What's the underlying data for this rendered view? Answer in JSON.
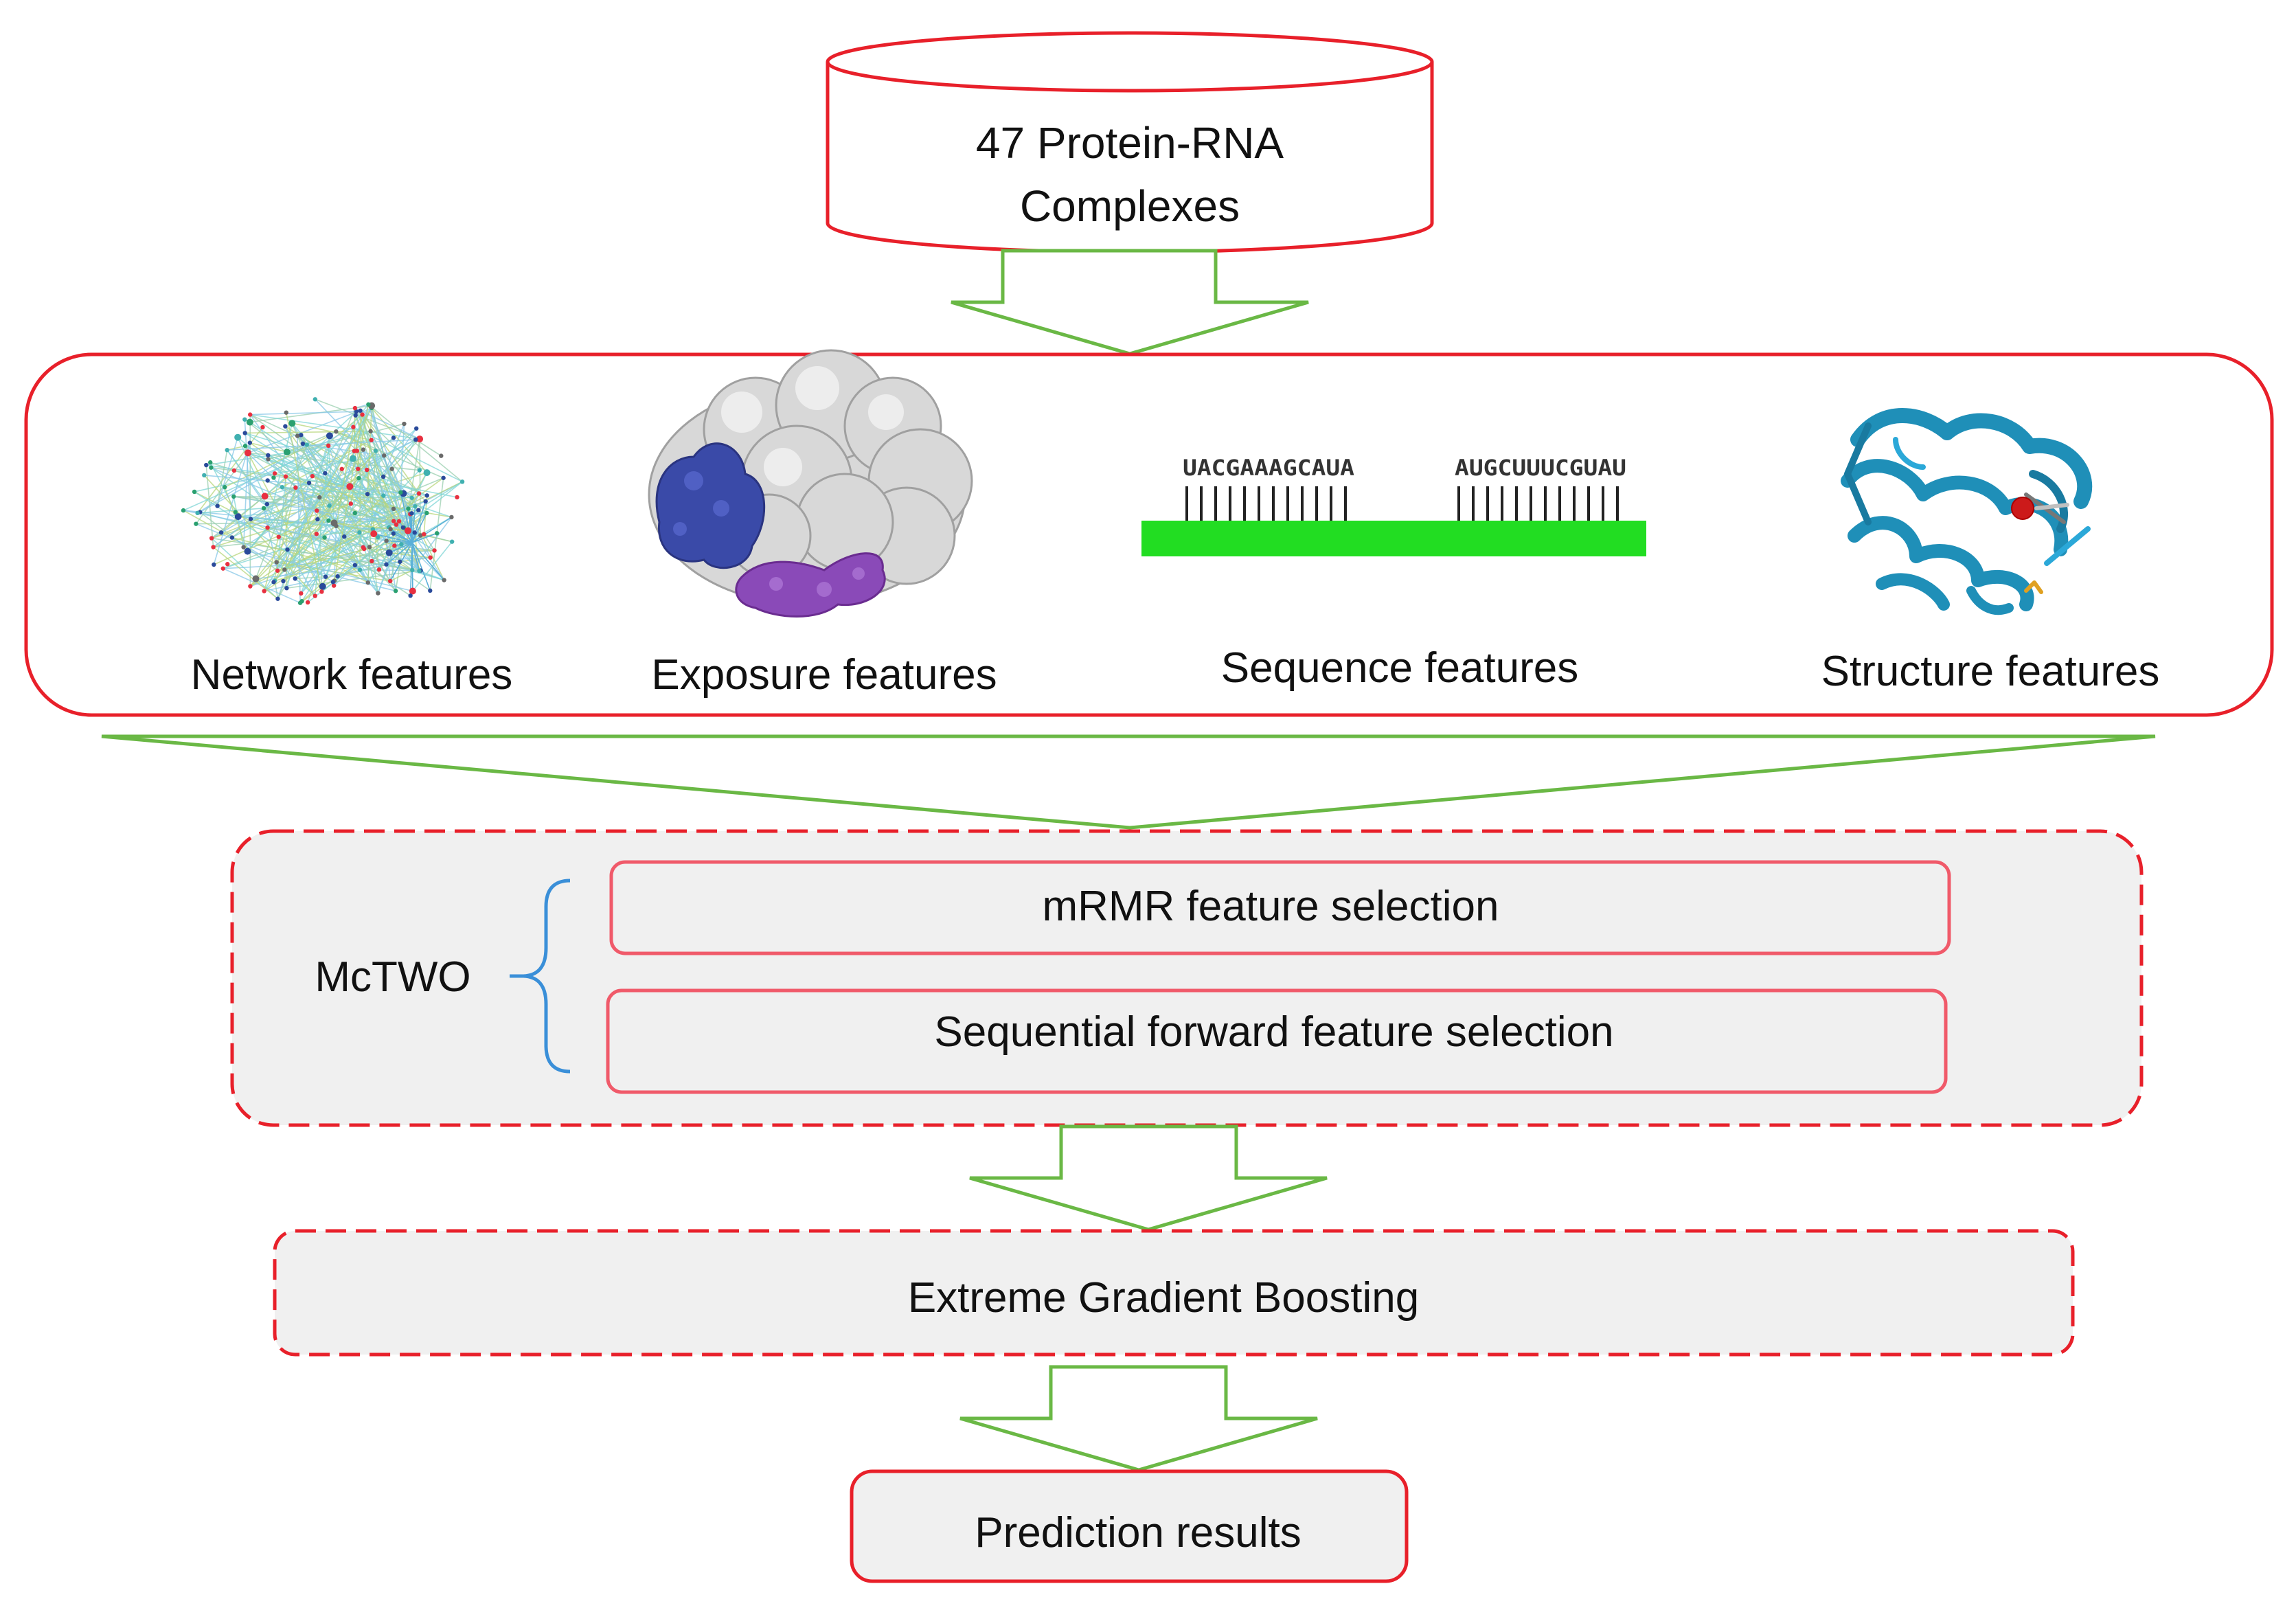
{
  "source": {
    "line1": "47 Protein-RNA",
    "line2": "Complexes"
  },
  "features": {
    "network": {
      "label": "Network features",
      "icon": "network-graph-icon"
    },
    "exposure": {
      "label": "Exposure features",
      "icon": "surface-blob-icon"
    },
    "sequence": {
      "label": "Sequence features",
      "icon": "rna-sequence-icon",
      "seq_left": "UACGAAAGCAUA",
      "seq_right": "AUGCUUUCGUAU"
    },
    "structure": {
      "label": "Structure features",
      "icon": "protein-ribbon-icon"
    }
  },
  "mctwo": {
    "label": "McTWO",
    "step1": "mRMR feature selection",
    "step2": "Sequential forward feature selection"
  },
  "model": {
    "label": "Extreme Gradient Boosting"
  },
  "output": {
    "label": "Prediction results"
  },
  "colors": {
    "red_border": "#e8202a",
    "pink_border": "#f05a6a",
    "green_arrow": "#6ab845",
    "blue_brace": "#3a8fd8",
    "panel_fill": "#f0f0f0",
    "sequence_bar": "#22dd22",
    "exposure_blue": "#3a4aa8",
    "exposure_purple": "#8a4ab8",
    "structure_teal": "#1f8fb8"
  }
}
